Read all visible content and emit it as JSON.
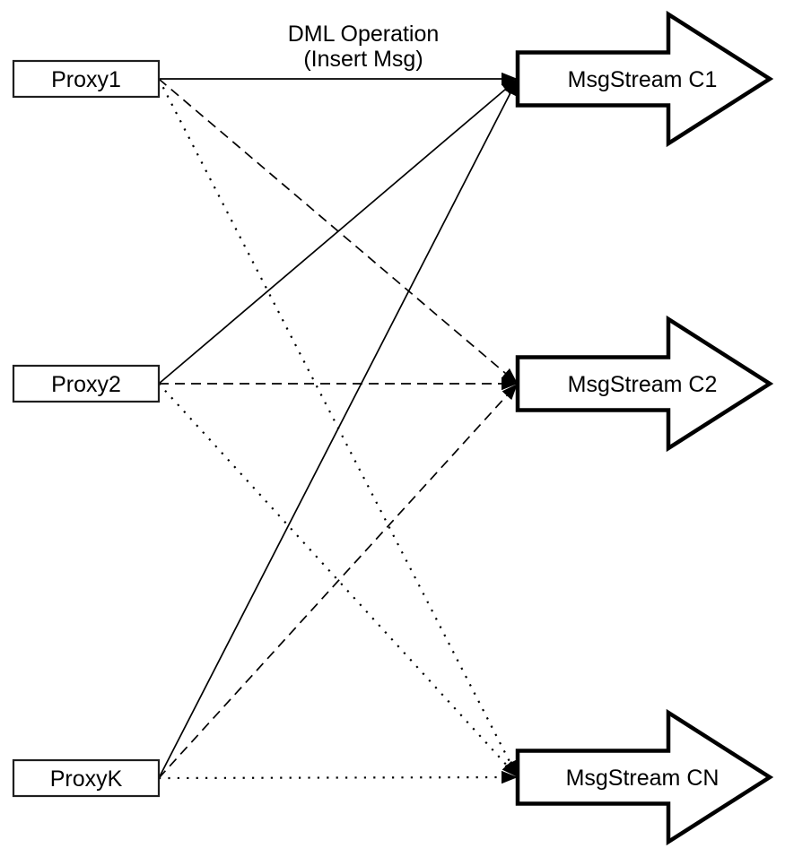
{
  "diagram": {
    "background": "#ffffff",
    "stroke_color": "#000000",
    "title": {
      "line1": "DML Operation",
      "line2": "(Insert Msg)"
    },
    "proxies": [
      {
        "id": "proxy1",
        "label": "Proxy1"
      },
      {
        "id": "proxy2",
        "label": "Proxy2"
      },
      {
        "id": "proxyk",
        "label": "ProxyK"
      }
    ],
    "streams": [
      {
        "id": "c1",
        "label": "MsgStream C1"
      },
      {
        "id": "c2",
        "label": "MsgStream C2"
      },
      {
        "id": "cn",
        "label": "MsgStream CN"
      }
    ],
    "edges": [
      {
        "from": "proxy1",
        "to": "c1",
        "style": "solid"
      },
      {
        "from": "proxy2",
        "to": "c1",
        "style": "solid"
      },
      {
        "from": "proxyk",
        "to": "c1",
        "style": "solid"
      },
      {
        "from": "proxy1",
        "to": "c2",
        "style": "dashed"
      },
      {
        "from": "proxy2",
        "to": "c2",
        "style": "dashed"
      },
      {
        "from": "proxyk",
        "to": "c2",
        "style": "dashed"
      },
      {
        "from": "proxy1",
        "to": "cn",
        "style": "dotted"
      },
      {
        "from": "proxy2",
        "to": "cn",
        "style": "dotted"
      },
      {
        "from": "proxyk",
        "to": "cn",
        "style": "dotted"
      }
    ]
  }
}
